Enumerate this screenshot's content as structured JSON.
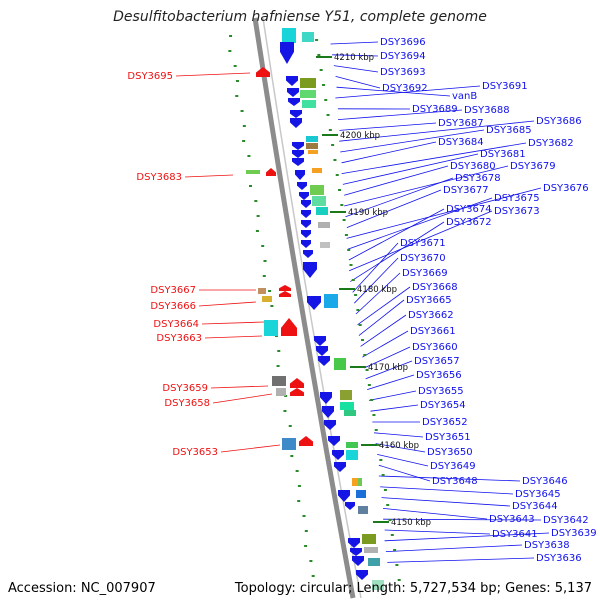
{
  "title": "Desulfitobacterium hafniense Y51, complete genome",
  "accession": "Accession: NC_007907",
  "stats": "Topology: circular; Length: 5,727,534 bp; Genes: 5,137",
  "colors": {
    "label_forward": "#1010ee",
    "label_reverse": "#ee1111",
    "backbone": "#8c8c8c",
    "gene_arrow_blue": "#1515e6",
    "gene_arrow_red": "#ee1111",
    "tick_green": "#2a8a2a"
  },
  "scale_ticks": [
    {
      "text": "4210 kbp"
    },
    {
      "text": "4200 kbp"
    },
    {
      "text": "4190 kbp"
    },
    {
      "text": "4180 kbp"
    },
    {
      "text": "4170 kbp"
    },
    {
      "text": "4160 kbp"
    },
    {
      "text": "4150 kbp"
    }
  ],
  "labels_right": [
    "DSY3696",
    "DSY3694",
    "DSY3693",
    "DSY3692",
    "vanB",
    "DSY3691",
    "DSY3689",
    "DSY3688",
    "DSY3687",
    "DSY3686",
    "DSY3685",
    "DSY3684",
    "DSY3682",
    "DSY3681",
    "DSY3680",
    "DSY3679",
    "DSY3678",
    "DSY3677",
    "DSY3676",
    "DSY3675",
    "DSY3674",
    "DSY3673",
    "DSY3672",
    "DSY3671",
    "DSY3670",
    "DSY3669",
    "DSY3668",
    "DSY3665",
    "DSY3662",
    "DSY3661",
    "DSY3660",
    "DSY3657",
    "DSY3656",
    "DSY3655",
    "DSY3654",
    "DSY3652",
    "DSY3651",
    "DSY3650",
    "DSY3649",
    "DSY3648",
    "DSY3646",
    "DSY3645",
    "DSY3644",
    "DSY3643",
    "DSY3642",
    "DSY3641",
    "DSY3639",
    "DSY3638",
    "DSY3636"
  ],
  "labels_left": [
    "DSY3695",
    "DSY3683",
    "DSY3667",
    "DSY3666",
    "DSY3664",
    "DSY3663",
    "DSY3659",
    "DSY3658",
    "DSY3653"
  ]
}
